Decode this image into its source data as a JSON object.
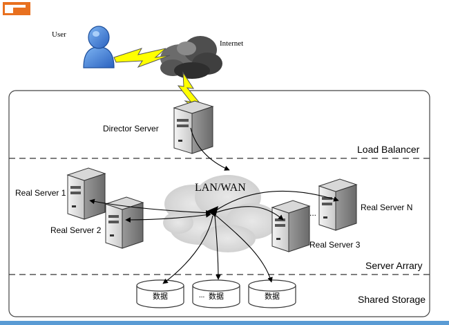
{
  "nodes": {
    "user": "User",
    "internet": "Internet",
    "director": "Director Server",
    "lan": "LAN/WAN",
    "real1": "Real Server 1",
    "real2": "Real Server 2",
    "real3": "Real Server 3",
    "realN": "Real Server N",
    "ellipsis": "...",
    "storage": [
      "数据",
      "数据",
      "数据"
    ],
    "storage_ellipsis": "..."
  },
  "zones": {
    "load_balancer": "Load Balancer",
    "server_array": "Server Arrary",
    "shared_storage": "Shared Storage"
  },
  "colors": {
    "accent": "#e8701f",
    "bolt": "#ffff00",
    "user": "#3a7fd6",
    "bar": "#5a9bd4"
  }
}
